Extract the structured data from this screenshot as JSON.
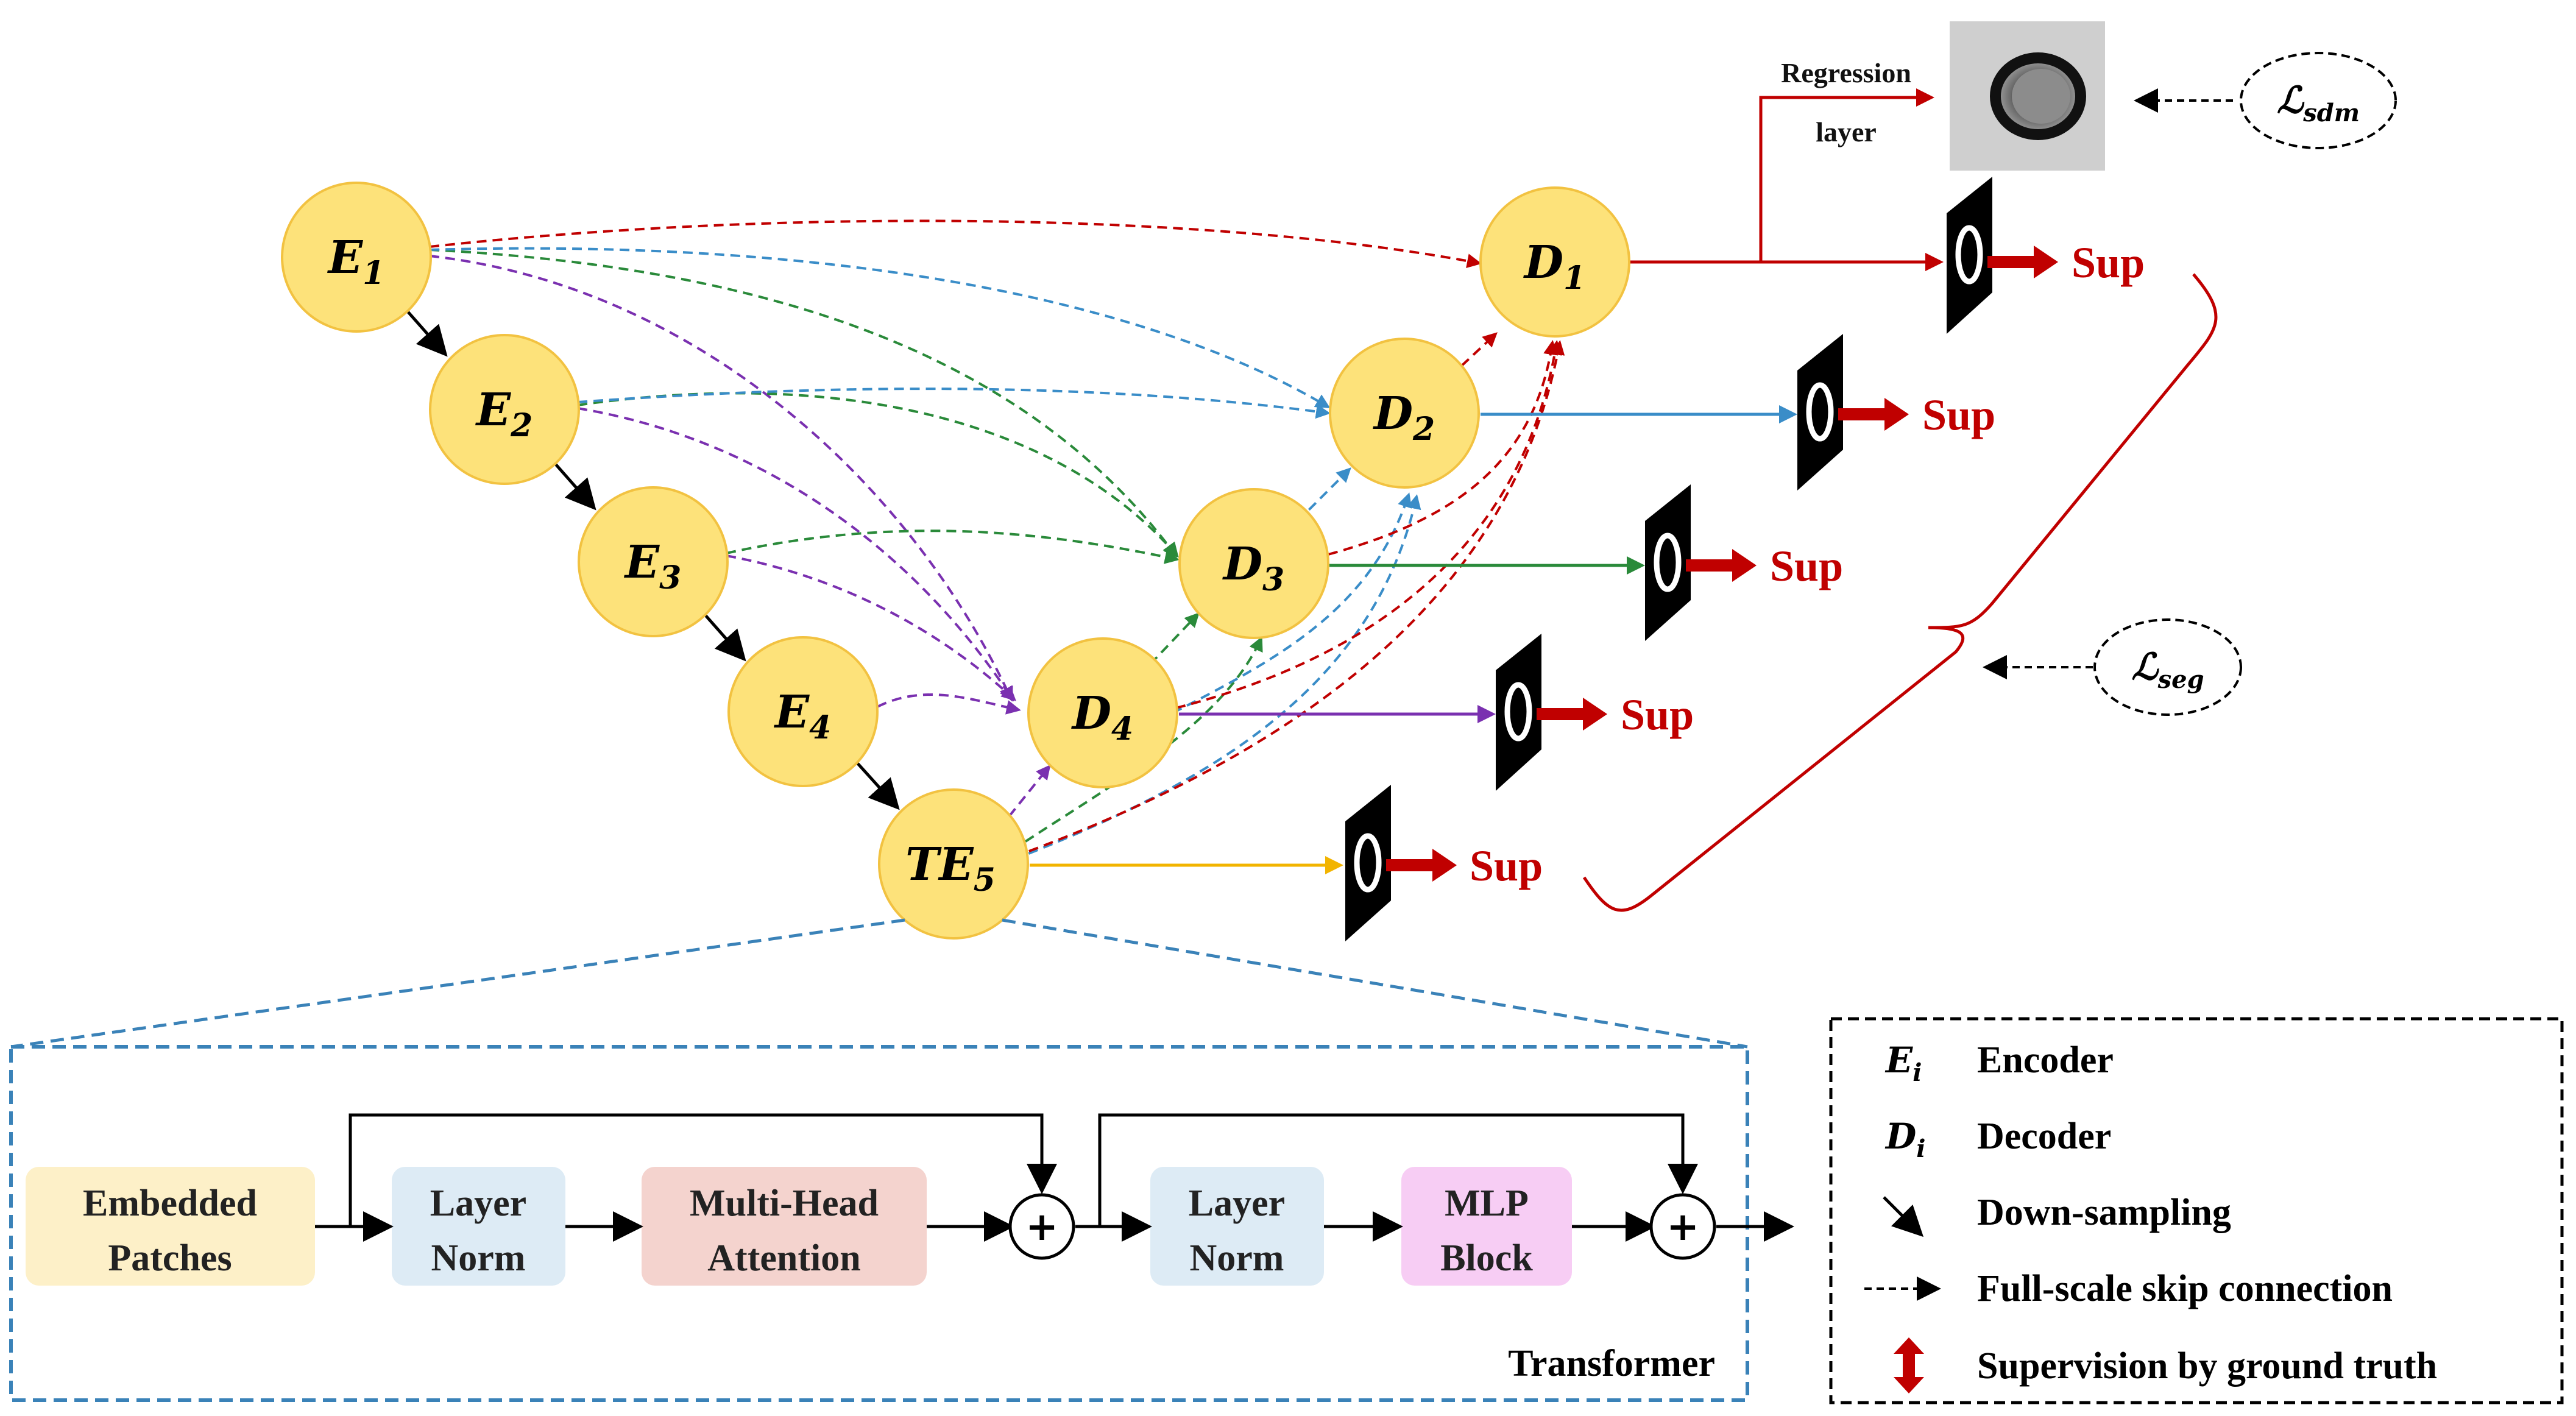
{
  "nodes": {
    "E1": {
      "base": "E",
      "sub": "1"
    },
    "E2": {
      "base": "E",
      "sub": "2"
    },
    "E3": {
      "base": "E",
      "sub": "3"
    },
    "E4": {
      "base": "E",
      "sub": "4"
    },
    "TE5": {
      "base": "TE",
      "sub": "5"
    },
    "D1": {
      "base": "D",
      "sub": "1"
    },
    "D2": {
      "base": "D",
      "sub": "2"
    },
    "D3": {
      "base": "D",
      "sub": "3"
    },
    "D4": {
      "base": "D",
      "sub": "4"
    }
  },
  "sup_label": "Sup",
  "regression": {
    "line1": "Regression",
    "line2": "layer"
  },
  "losses": {
    "sdm": {
      "symbol": "ℒ",
      "sub": "sdm"
    },
    "seg": {
      "symbol": "ℒ",
      "sub": "seg"
    }
  },
  "transformer": {
    "title": "Transformer",
    "blocks": [
      {
        "line1": "Embedded",
        "line2": "Patches",
        "color": "#fdf0c8"
      },
      {
        "line1": "Layer",
        "line2": "Norm",
        "color": "#ddebf5"
      },
      {
        "line1": "Multi-Head",
        "line2": "Attention",
        "color": "#f4d3ce"
      },
      {
        "line1": "Layer",
        "line2": "Norm",
        "color": "#ddebf5"
      },
      {
        "line1": "MLP",
        "line2": "Block",
        "color": "#f7cdf4"
      }
    ],
    "plus": "+"
  },
  "legend": {
    "items": [
      {
        "symbol": "E",
        "sub": "i",
        "label": "Encoder"
      },
      {
        "symbol": "D",
        "sub": "i",
        "label": "Decoder"
      },
      {
        "symbol": "",
        "sub": "",
        "label": "Down-sampling"
      },
      {
        "symbol": "",
        "sub": "",
        "label": "Full-scale skip connection"
      },
      {
        "symbol": "",
        "sub": "",
        "label": "Supervision by ground truth"
      }
    ]
  },
  "colors": {
    "d1": "#c00000",
    "d2": "#3a8dc8",
    "d3": "#2a8a3a",
    "d4": "#7a30b0",
    "te5": "#f2b400",
    "node_fill": "#fde27a",
    "transformer_box": "#3a82b8"
  }
}
